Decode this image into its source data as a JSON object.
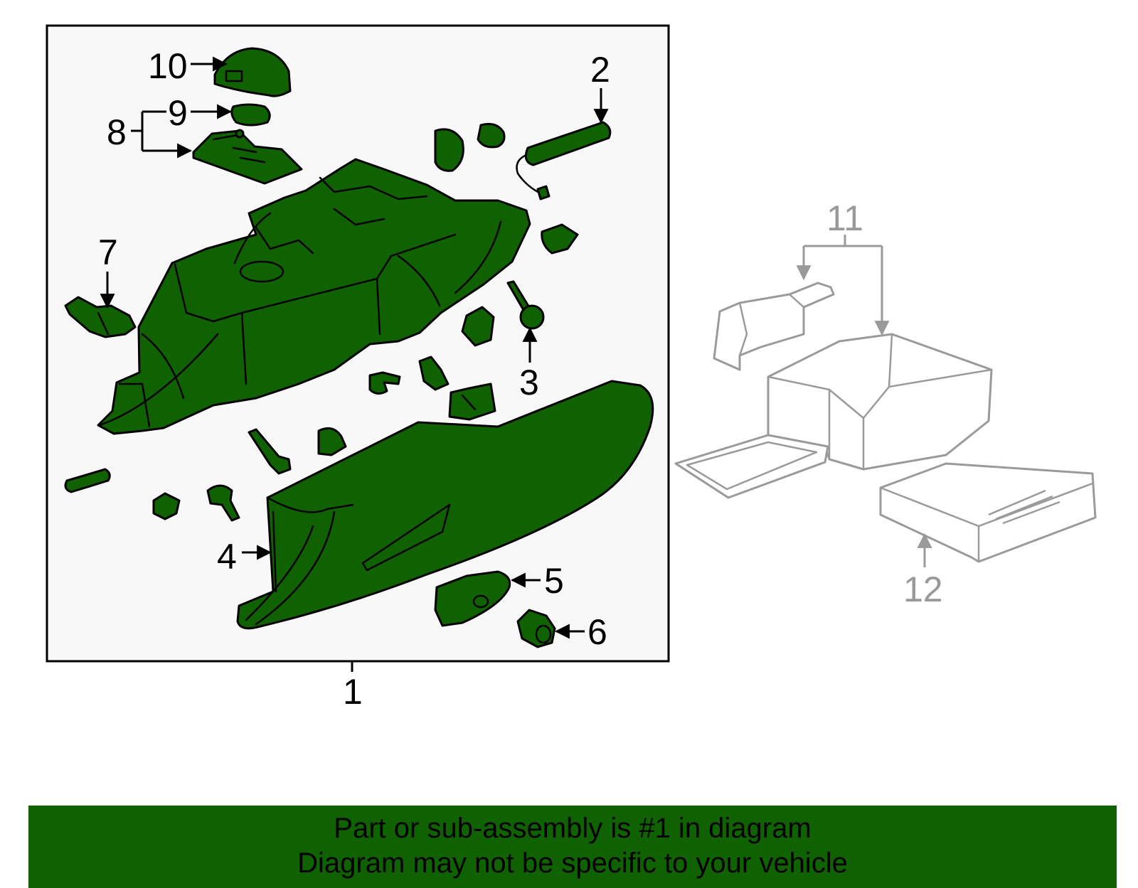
{
  "diagram": {
    "callouts": {
      "c1": "1",
      "c2": "2",
      "c3": "3",
      "c4": "4",
      "c5": "5",
      "c6": "6",
      "c7": "7",
      "c8": "8",
      "c9": "9",
      "c10": "10",
      "c11": "11",
      "c12": "12"
    },
    "colors": {
      "highlight": "#106100",
      "outline": "#000000",
      "other_parts": "#9a9a9a",
      "panel": "#f8f8f8"
    }
  },
  "banner": {
    "line1": "Part or sub-assembly is #1 in diagram",
    "line2": "Diagram may not be specific to your vehicle"
  }
}
